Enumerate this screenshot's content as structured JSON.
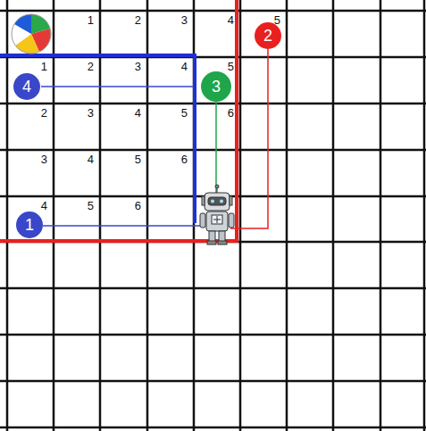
{
  "diagram": {
    "nodes": [
      {
        "text": [
          "2"
        ]
      },
      {
        "text": [
          "4"
        ]
      },
      {
        "text": [
          "3"
        ]
      },
      {
        "text": [
          "1"
        ]
      }
    ],
    "labels": [
      "1",
      "2",
      "3",
      "4",
      "5",
      "1",
      "2",
      "3",
      "4",
      "5",
      "2",
      "3",
      "4",
      "5",
      "6",
      "3",
      "4",
      "5",
      "6",
      "4",
      "5",
      "6"
    ]
  }
}
